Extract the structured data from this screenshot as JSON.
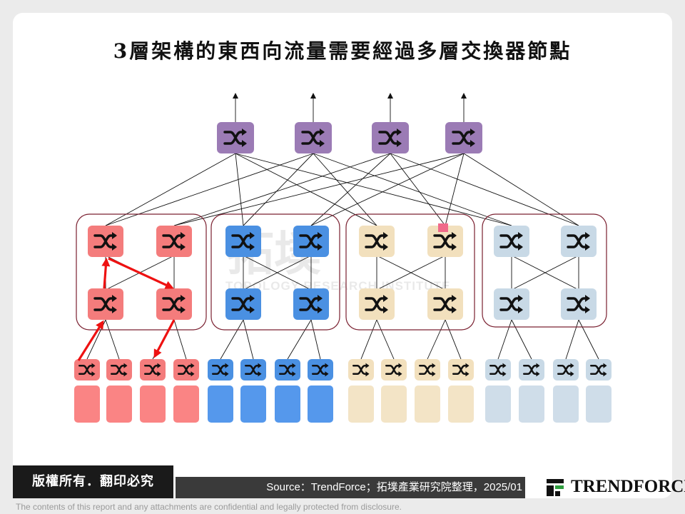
{
  "title": "3層架構的東西向流量需要經過多層交換器節點",
  "footer": {
    "copyright": "版權所有．翻印必究",
    "source": "Source：TrendForce；拓墣產業研究院整理，2025/01",
    "logo_text": "TRENDFORCE",
    "disclaimer": "The contents of this report and any attachments are confidential and legally protected from disclosure."
  },
  "watermark": {
    "logo_text": "拓墣",
    "subtitle": "TOPOLOGY RESEARCH INSTITUTE"
  },
  "diagram": {
    "icon": "switch-shuffle-arrows-icon",
    "core_switches": 4,
    "pods": [
      {
        "id": "pod-1",
        "color": "#f47c7c",
        "host_color": "#fa8484",
        "highlighted": true
      },
      {
        "id": "pod-2",
        "color": "#4a90e2",
        "host_color": "#5598ec",
        "highlighted": false
      },
      {
        "id": "pod-3",
        "color": "#f2e0bd",
        "host_color": "#f3e4c6",
        "highlighted": false
      },
      {
        "id": "pod-4",
        "color": "#c8d9e6",
        "host_color": "#cfdde9",
        "highlighted": false
      }
    ],
    "core_color": "#9b7bb5",
    "pod_border_color": "#7a2030",
    "traffic_path_color": "#ee1111",
    "traffic_path": [
      "access-1",
      "aggregation-1",
      "core-pod-switch-1",
      "aggregation-2",
      "access-3"
    ]
  }
}
